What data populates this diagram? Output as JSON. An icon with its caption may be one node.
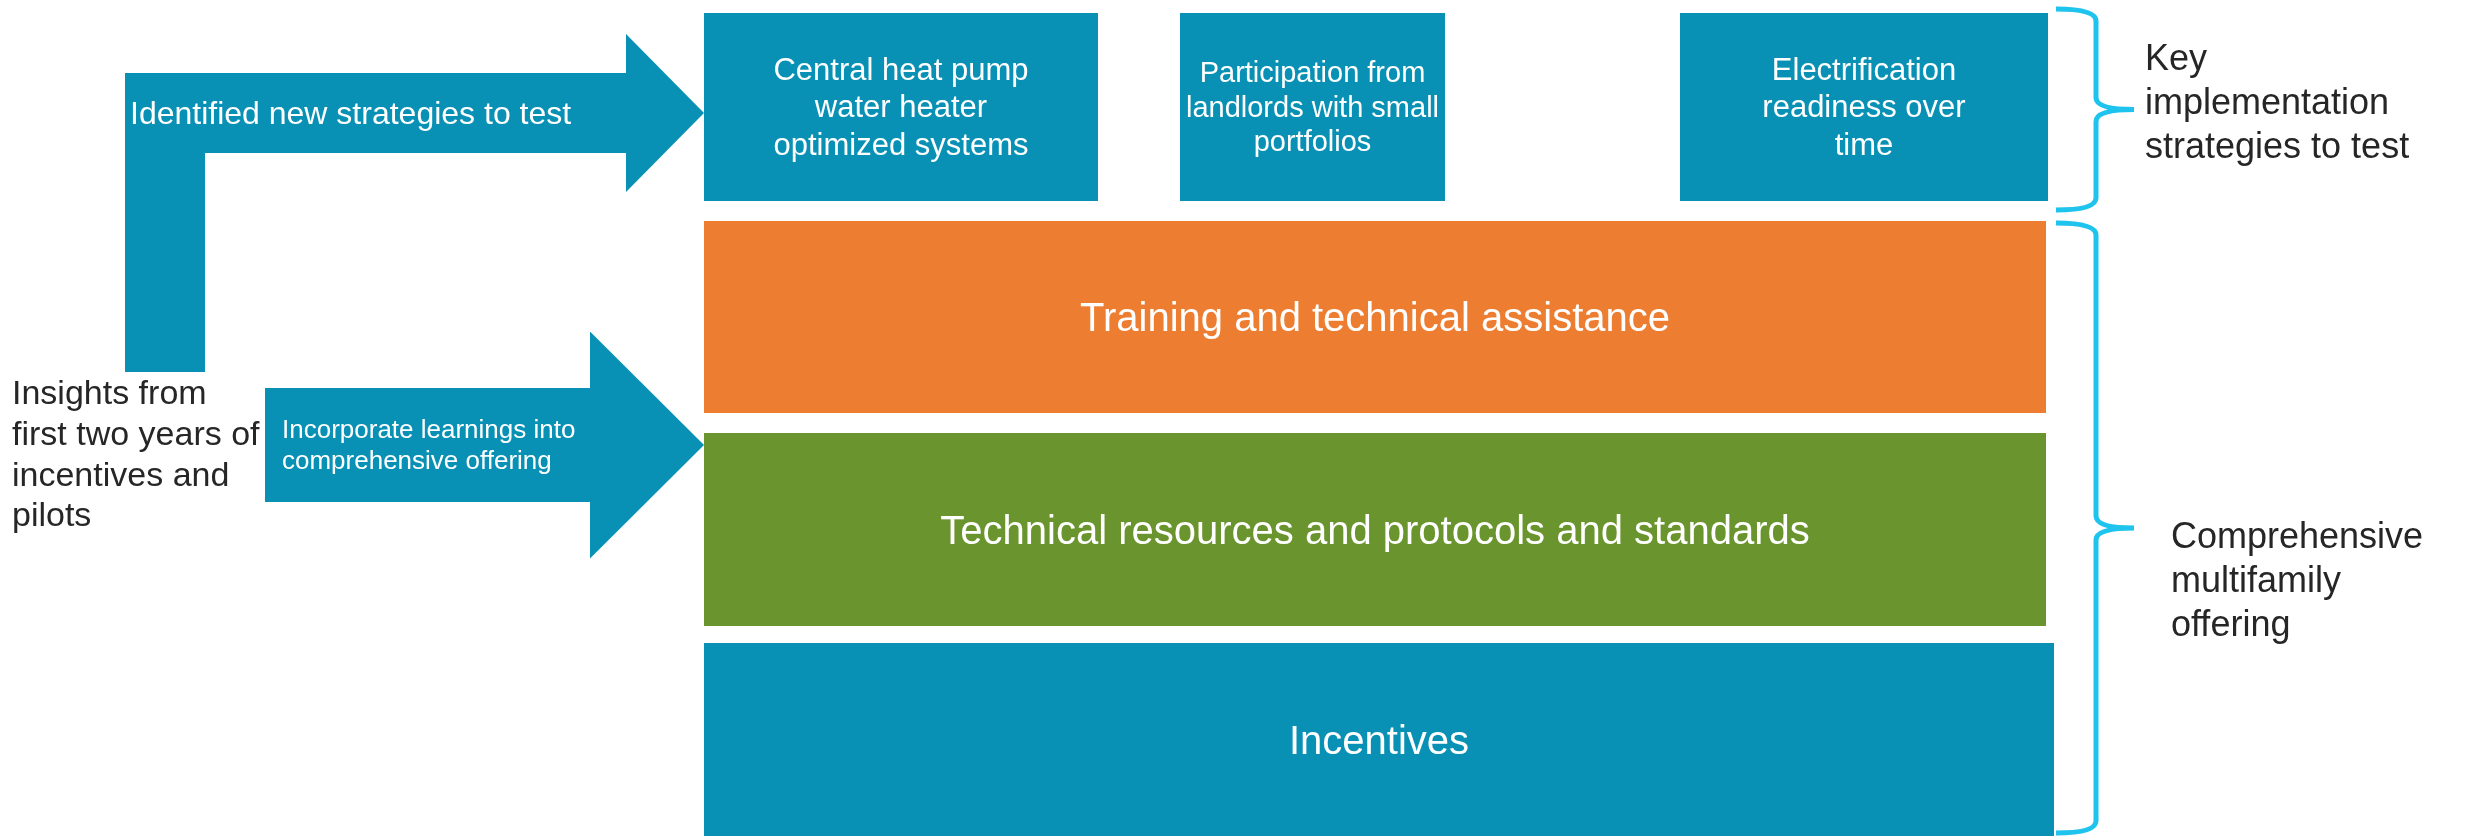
{
  "diagram": {
    "nodes": [
      {
        "text": [
          "Insights from first two years of incentives and pilots"
        ]
      },
      {
        "text": [
          "Central heat pump water heater optimized systems"
        ]
      },
      {
        "text": [
          "Participation from landlords with small portfolios"
        ]
      },
      {
        "text": [
          "Electrification readiness over time"
        ]
      },
      {
        "text": [
          "Training and technical assistance"
        ]
      },
      {
        "text": [
          "Technical resources and protocols and standards"
        ]
      },
      {
        "text": [
          "Incentives"
        ]
      }
    ],
    "edges": [
      {
        "from": 0,
        "to": 1,
        "arrow": "to",
        "label": "Identified new strategies to test"
      },
      {
        "from": 0,
        "to": 5,
        "arrow": "to",
        "label": "Incorporate learnings into comprehensive offering"
      }
    ],
    "labels": [
      "Key implementation strategies to test",
      "Comprehensive multifamily offering"
    ]
  }
}
